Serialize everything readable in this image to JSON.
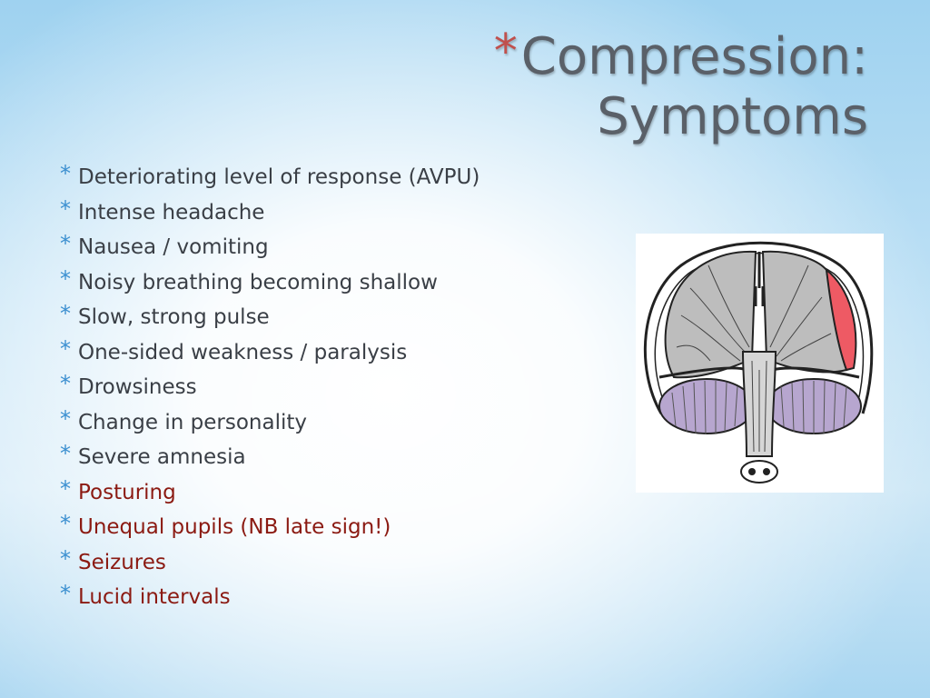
{
  "slide": {
    "title_line1": "Compression:",
    "title_line2": "Symptoms",
    "title_bullet": "*",
    "bullet_glyph": "*",
    "bullets": [
      {
        "text": "Deteriorating level of response (AVPU)",
        "highlight": false
      },
      {
        "text": "Intense headache",
        "highlight": false
      },
      {
        "text": "Nausea / vomiting",
        "highlight": false
      },
      {
        "text": "Noisy breathing becoming shallow",
        "highlight": false
      },
      {
        "text": "Slow, strong pulse",
        "highlight": false
      },
      {
        "text": "One-sided weakness / paralysis",
        "highlight": false
      },
      {
        "text": "Drowsiness",
        "highlight": false
      },
      {
        "text": "Change in personality",
        "highlight": false
      },
      {
        "text": "Severe amnesia",
        "highlight": false
      },
      {
        "text": "Posturing",
        "highlight": true
      },
      {
        "text": "Unequal pupils (NB late sign!)",
        "highlight": true
      },
      {
        "text": "Seizures",
        "highlight": true
      },
      {
        "text": "Lucid intervals",
        "highlight": true
      }
    ]
  },
  "colors": {
    "title_text": "#5a6068",
    "title_bullet": "#c0504d",
    "bullet_star": "#3b8fd0",
    "body_text": "#3a3f46",
    "highlight_text": "#8b1a12",
    "hematoma": "#ee5a64",
    "brain": "#bdbdbd",
    "cerebellum": "#b7a6cf"
  },
  "figure": {
    "icon": "brain-compression-diagram-icon"
  }
}
